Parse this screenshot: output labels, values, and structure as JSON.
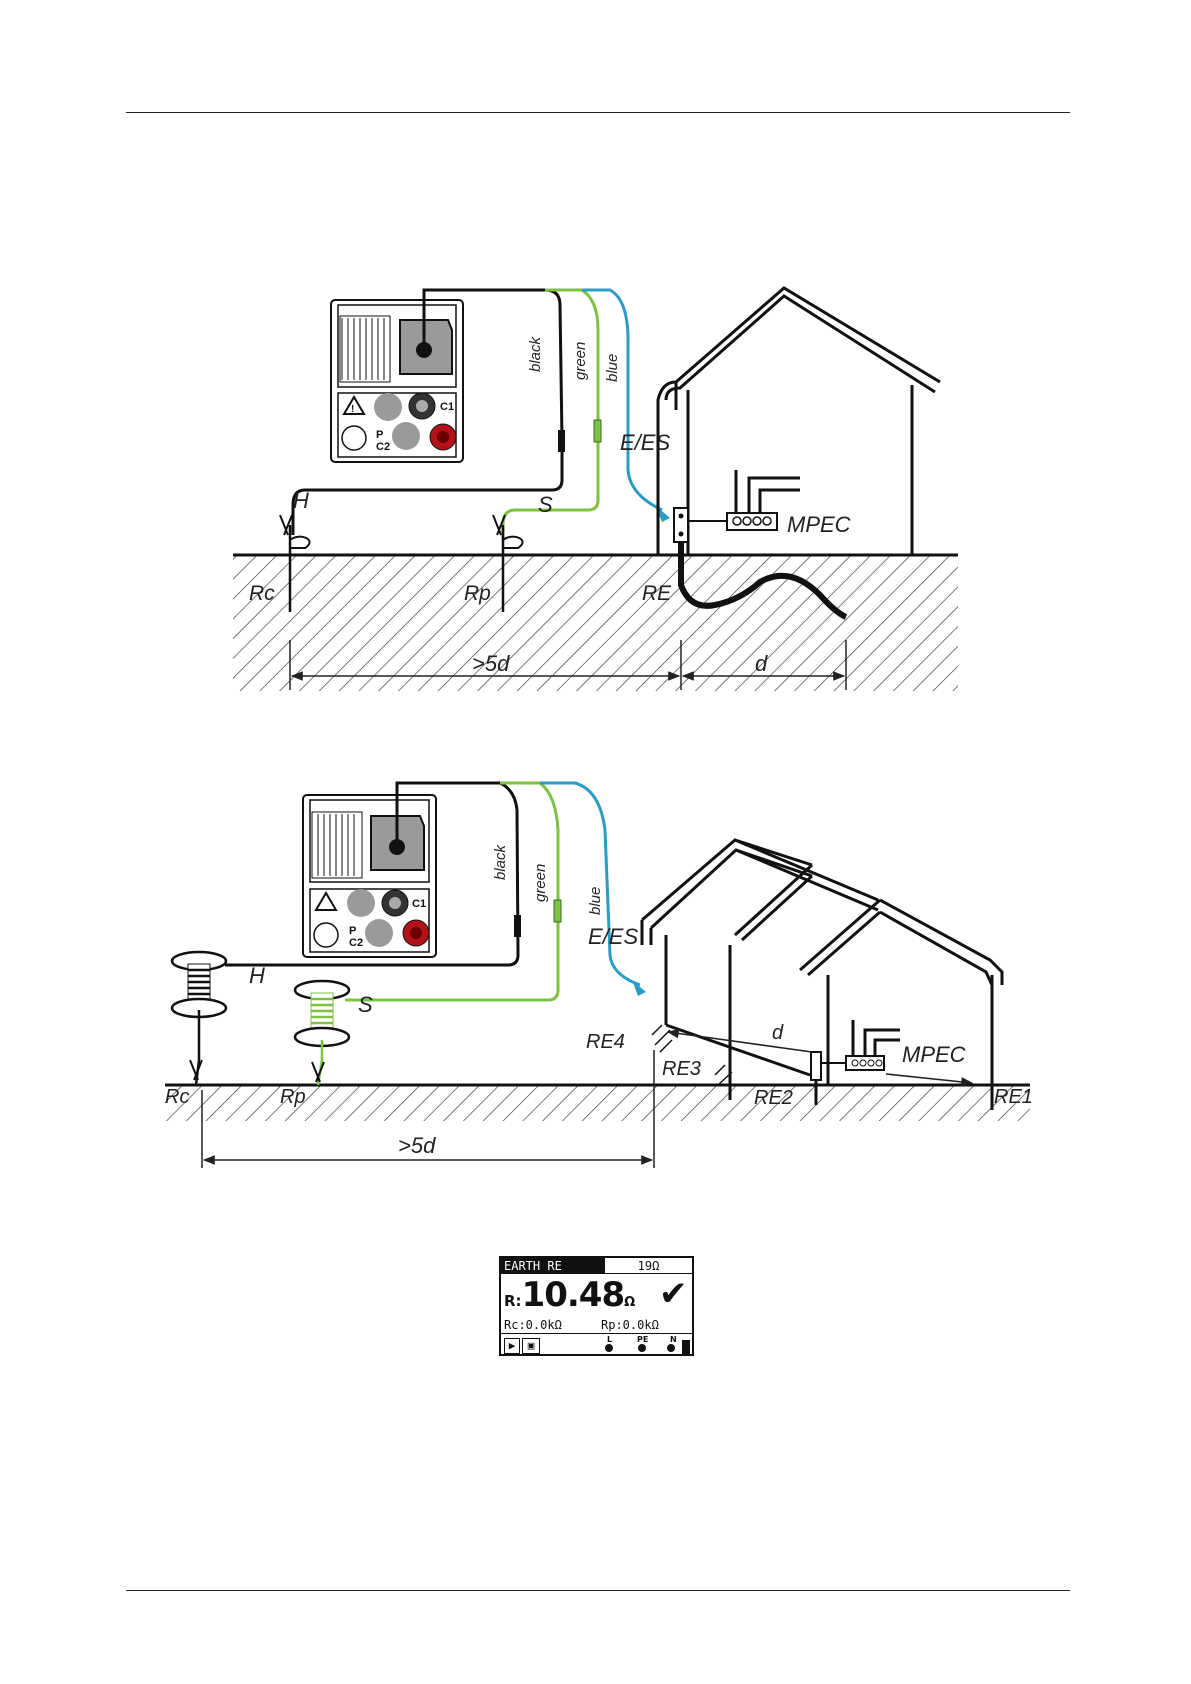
{
  "colors": {
    "black_lead": "#111111",
    "green_lead": "#7dc243",
    "blue_lead": "#2b9cc6",
    "red_socket": "#b3121b"
  },
  "figure1": {
    "lead_black": "black",
    "lead_green": "green",
    "lead_blue": "blue",
    "terminal_c1": "C1",
    "terminal_p": "P",
    "terminal_c2": "C2",
    "probe_h": "H",
    "probe_s": "S",
    "label_ees": "E/ES",
    "label_mpec": "MPEC",
    "label_rc": "Rc",
    "label_rp": "Rp",
    "label_re": "RE",
    "dist_5d": ">5d",
    "dist_d": "d"
  },
  "figure2": {
    "lead_black": "black",
    "lead_green": "green",
    "lead_blue": "blue",
    "terminal_c1": "C1",
    "terminal_p": "P",
    "terminal_c2": "C2",
    "probe_h": "H",
    "probe_s": "S",
    "label_ees": "E/ES",
    "label_mpec": "MPEC",
    "label_d": "d",
    "label_re4": "RE4",
    "label_re3": "RE3",
    "label_re2": "RE2",
    "label_re1": "RE1",
    "label_rc": "Rc",
    "label_rp": "Rp",
    "dist_5d": ">5d"
  },
  "display": {
    "mode": "EARTH RE",
    "range": "19Ω",
    "r_label": "R:",
    "r_value": "10.48",
    "r_unit": "Ω",
    "result_icon": "check-icon",
    "rc_text": "Rc:0.0kΩ",
    "rp_text": "Rp:0.0kΩ",
    "term_l": "L",
    "term_pe": "PE",
    "term_n": "N"
  }
}
